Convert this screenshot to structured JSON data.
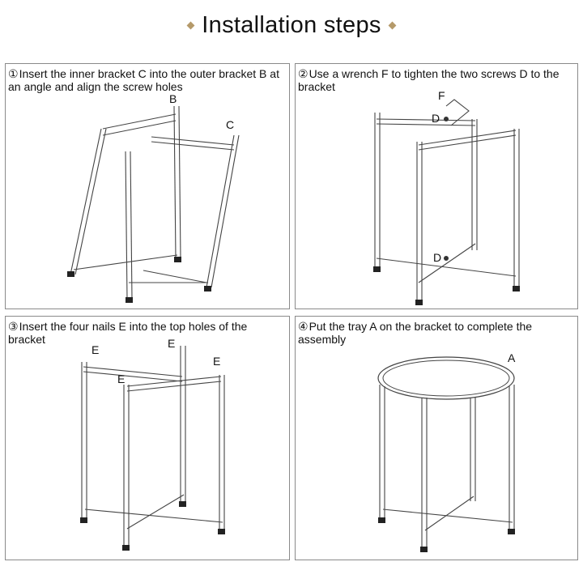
{
  "header": {
    "title": "Installation steps"
  },
  "steps": [
    {
      "number": "①",
      "text": "Insert the inner bracket C into the outer bracket B at an angle and align the screw holes",
      "labels": [
        "B",
        "C"
      ]
    },
    {
      "number": "②",
      "text": "Use a wrench F to tighten the two screws D to the bracket",
      "labels": [
        "F",
        "D",
        "D"
      ]
    },
    {
      "number": "③",
      "text": "Insert the four nails E into the top holes of the bracket",
      "labels": [
        "E",
        "E",
        "E",
        "E"
      ]
    },
    {
      "number": "④",
      "text": "Put the tray A on the bracket to complete the assembly",
      "labels": [
        "A"
      ]
    }
  ],
  "colors": {
    "diamond": "#b59a6a",
    "border": "#8a8a8a",
    "line": "#444444"
  }
}
